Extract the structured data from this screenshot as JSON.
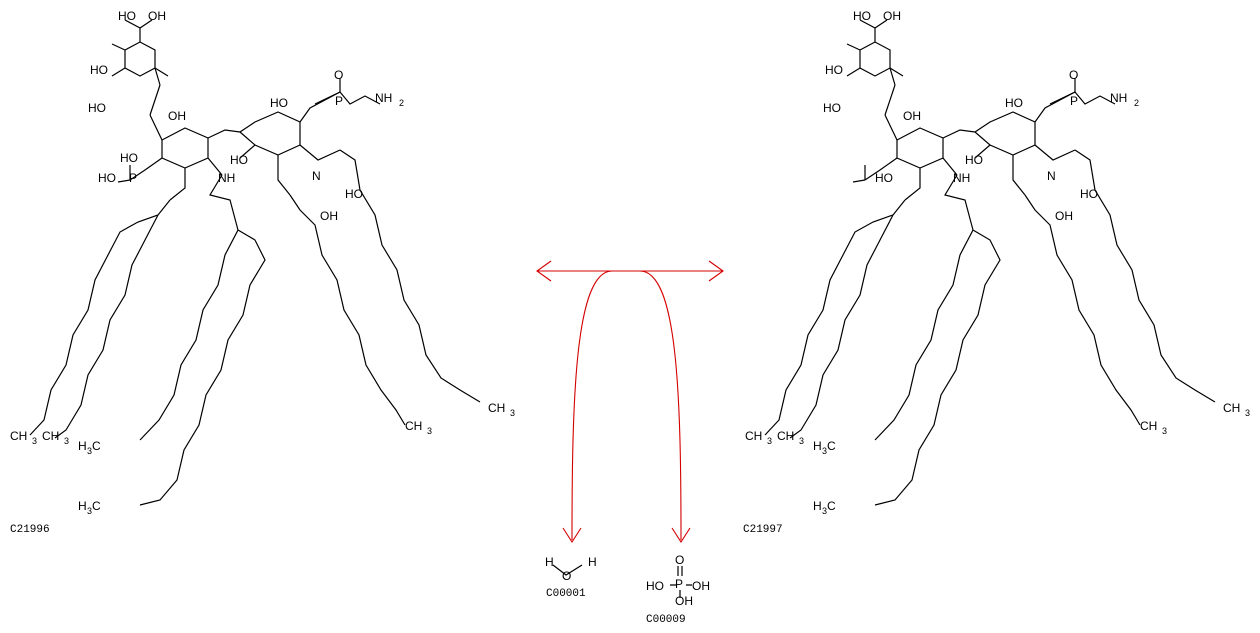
{
  "compounds": {
    "left": {
      "id": "C21996"
    },
    "right": {
      "id": "C21997"
    },
    "water": {
      "id": "C00001"
    },
    "phosphate": {
      "id": "C00009"
    }
  },
  "atoms": {
    "oh": "OH",
    "ho": "HO",
    "o": "O",
    "p": "P",
    "nh": "NH",
    "n": "N",
    "h": "H",
    "ch3": "CH",
    "h3c": "H",
    "c": "C",
    "sub3": "3",
    "sub2": "2",
    "nh2": "NH"
  },
  "colors": {
    "arrow": "#d40000",
    "structure": "#000000"
  }
}
